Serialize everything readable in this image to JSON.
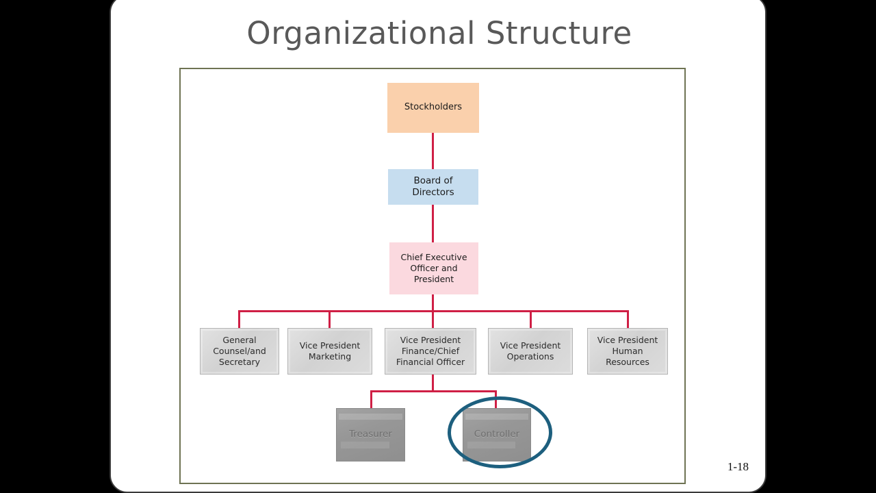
{
  "slide": {
    "title": "Organizational Structure",
    "page_number": "1-18",
    "accent_connector_color": "#cf1f45",
    "frame_border_color": "#6e7353",
    "highlight_color": "#1d5f7e"
  },
  "chart_data": {
    "type": "diagram",
    "title": "Organizational Structure",
    "nodes": [
      {
        "id": "stockholders",
        "label": "Stockholders",
        "level": 0,
        "color": "#fad0ac"
      },
      {
        "id": "board",
        "label": "Board of\nDirectors",
        "line1": "Board of",
        "line2": "Directors",
        "level": 1,
        "color": "#c6ddef"
      },
      {
        "id": "ceo",
        "line1": "Chief Executive",
        "line2": "Officer and",
        "line3": "President",
        "level": 2,
        "color": "#fbd9df"
      },
      {
        "id": "general-counsel",
        "line1": "General",
        "line2": "Counsel/and",
        "line3": "Secretary",
        "level": 3,
        "color": "#d6d6d6"
      },
      {
        "id": "vp-marketing",
        "line1": "Vice President",
        "line2": "Marketing",
        "level": 3,
        "color": "#d6d6d6"
      },
      {
        "id": "vp-finance",
        "line1": "Vice President",
        "line2": "Finance/Chief",
        "line3": "Financial Officer",
        "level": 3,
        "color": "#d6d6d6"
      },
      {
        "id": "vp-operations",
        "line1": "Vice President",
        "line2": "Operations",
        "level": 3,
        "color": "#d6d6d6"
      },
      {
        "id": "vp-human-resources",
        "line1": "Vice President",
        "line2": "Human",
        "line3": "Resources",
        "level": 3,
        "color": "#d6d6d6"
      },
      {
        "id": "treasurer",
        "label": "Treasurer",
        "level": 4,
        "color": "#979797"
      },
      {
        "id": "controller",
        "label": "Controller",
        "level": 4,
        "color": "#979797",
        "highlighted": true
      }
    ],
    "edges": [
      {
        "from": "stockholders",
        "to": "board"
      },
      {
        "from": "board",
        "to": "ceo"
      },
      {
        "from": "ceo",
        "to": "general-counsel"
      },
      {
        "from": "ceo",
        "to": "vp-marketing"
      },
      {
        "from": "ceo",
        "to": "vp-finance"
      },
      {
        "from": "ceo",
        "to": "vp-operations"
      },
      {
        "from": "ceo",
        "to": "vp-human-resources"
      },
      {
        "from": "vp-finance",
        "to": "treasurer"
      },
      {
        "from": "vp-finance",
        "to": "controller"
      }
    ],
    "annotations": [
      {
        "type": "ellipse",
        "target": "controller",
        "color": "#1d5f7e"
      }
    ]
  }
}
